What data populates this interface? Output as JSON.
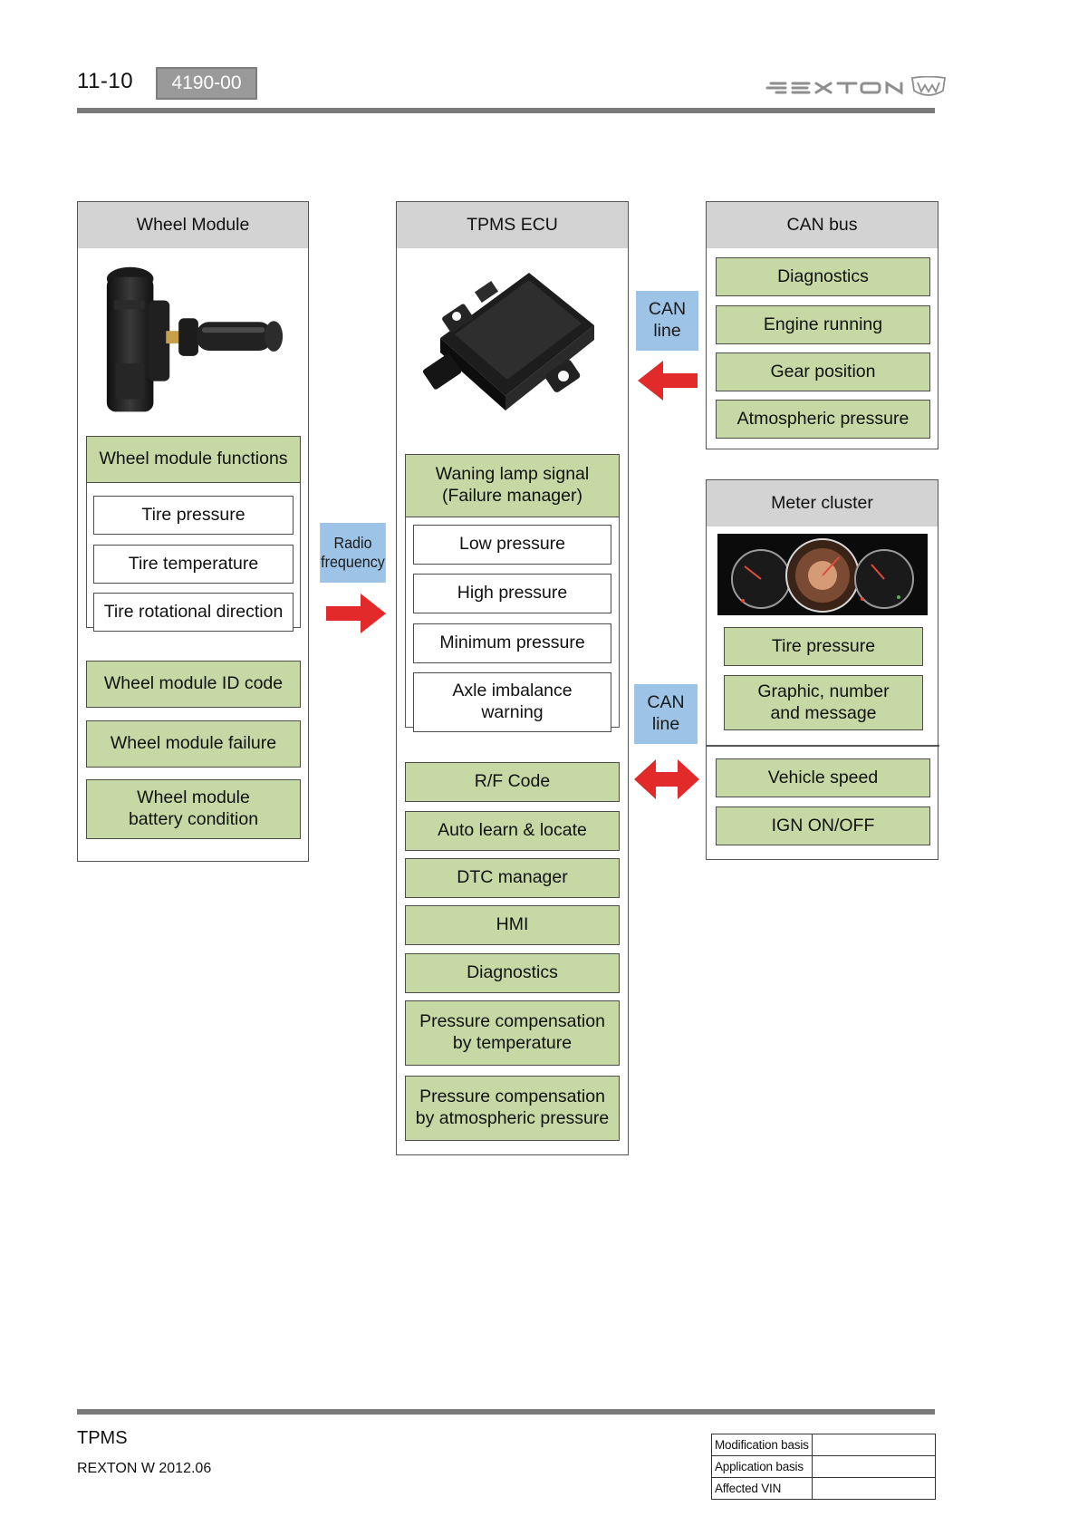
{
  "header": {
    "page_number": "11-10",
    "section_code": "4190-00",
    "brand": "REXTON"
  },
  "wheel_module": {
    "title": "Wheel Module",
    "functions_title": "Wheel module functions",
    "functions": [
      "Tire pressure",
      "Tire temperature",
      "Tire rotational direction"
    ],
    "items": [
      "Wheel module ID code",
      "Wheel module failure",
      "Wheel module\nbattery condition"
    ]
  },
  "radio_label": "Radio\nfrequency",
  "tpms_ecu": {
    "title": "TPMS ECU",
    "warning_title": "Waning lamp signal\n(Failure manager)",
    "warnings": [
      "Low pressure",
      "High pressure",
      "Minimum pressure",
      "Axle imbalance\nwarning"
    ],
    "items": [
      "R/F Code",
      "Auto learn & locate",
      "DTC manager",
      "HMI",
      "Diagnostics",
      "Pressure compensation\nby temperature",
      "Pressure compensation\nby atmospheric pressure"
    ]
  },
  "can_label": "CAN\nline",
  "can_bus": {
    "title": "CAN bus",
    "items": [
      "Diagnostics",
      "Engine running",
      "Gear position",
      "Atmospheric pressure"
    ]
  },
  "meter_cluster": {
    "title": "Meter cluster",
    "outputs": [
      "Tire pressure",
      "Graphic, number\nand message"
    ],
    "inputs": [
      "Vehicle speed",
      "IGN ON/OFF"
    ]
  },
  "footer": {
    "title": "TPMS",
    "model": "REXTON W 2012.06",
    "basis_rows": [
      "Modification basis",
      "Application basis",
      "Affected VIN"
    ]
  },
  "colors": {
    "green_box": "#c6d9a5",
    "blue_label": "#9dc3e6",
    "header_gray": "#d3d3d3",
    "arrow_red": "#e32a2a"
  }
}
